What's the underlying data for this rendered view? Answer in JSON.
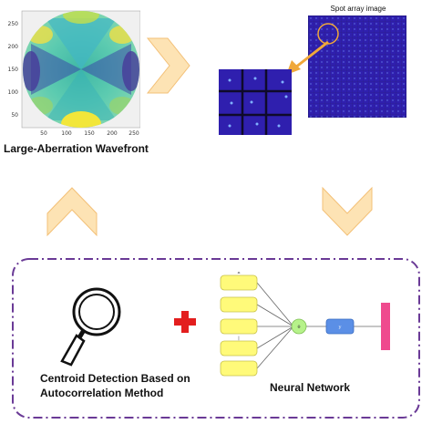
{
  "wavefront": {
    "caption": "Large-Aberration Wavefront",
    "y_ticks": [
      "250",
      "200",
      "150",
      "100",
      "50"
    ],
    "x_ticks": [
      "50",
      "100",
      "150",
      "200",
      "250"
    ]
  },
  "spot_array": {
    "title": "Spot array image"
  },
  "detection": {
    "caption_line1": "Centroid Detection Based on",
    "caption_line2": "Autocorrelation Method"
  },
  "network": {
    "caption": "Neural Network",
    "input_labels": [
      "h",
      "",
      "",
      "|",
      ""
    ],
    "hidden_label": "θ",
    "output_label": "y"
  },
  "colors": {
    "arrow_fill": "#fde3b4",
    "arrow_stroke": "#f3c077",
    "spot_blue": "#2f1fae",
    "dashed_border": "#6a3a96",
    "plus_red": "#e31e1e",
    "node_yellow": "#fffa7a",
    "node_green": "#b6f28a",
    "node_blue": "#5b8fe6",
    "bar_pink": "#ef4a8e",
    "zoom_orange": "#f0a83a"
  }
}
